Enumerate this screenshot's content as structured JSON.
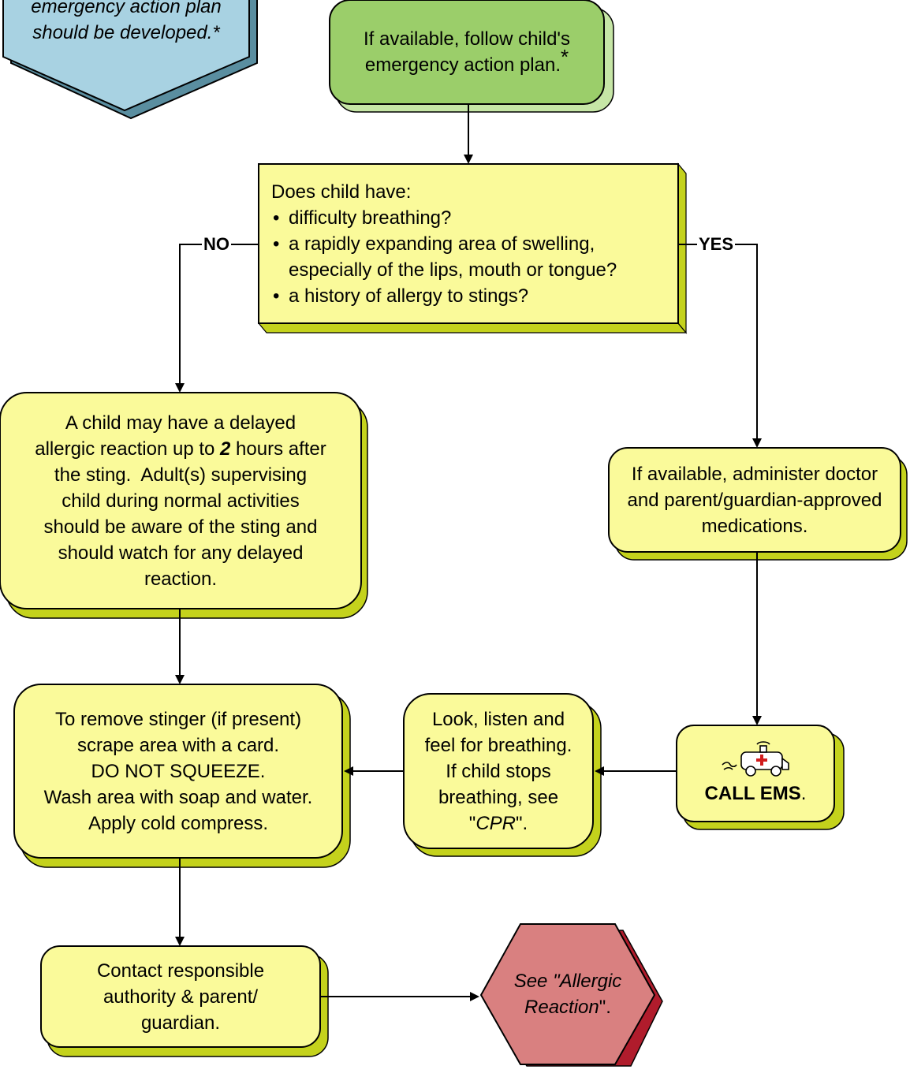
{
  "diagram": {
    "note_box": {
      "lines": [
        "emergency action plan",
        "should be developed.*"
      ]
    },
    "follow_plan": {
      "lines": [
        "If available, follow child's",
        "emergency action plan."
      ],
      "asterisk": "*"
    },
    "question": {
      "heading": "Does child have:",
      "bullets": [
        "difficulty breathing?",
        "a rapidly expanding area of swelling,",
        "a history of allergy to stings?"
      ],
      "bullet_continuation": "especially of the lips, mouth or tongue?"
    },
    "labels": {
      "no": "NO",
      "yes": "YES"
    },
    "delayed_reaction": {
      "line1": "A child may have a delayed",
      "line2_before": "allergic reaction up to ",
      "line2_emphasis": "2",
      "line2_after": " hours after",
      "line3": "the sting.  Adult(s) supervising",
      "line4": "child during normal activities",
      "line5": "should be aware of the sting and",
      "line6": "should watch for any delayed",
      "line7": "reaction."
    },
    "administer_meds": {
      "lines": [
        "If available, administer doctor",
        "and parent/guardian-approved",
        "medications."
      ]
    },
    "remove_stinger": {
      "lines": [
        "To remove stinger (if present)",
        "scrape area with a card.",
        "DO NOT SQUEEZE.",
        "Wash area with soap and water.",
        "Apply cold compress."
      ]
    },
    "check_breathing": {
      "lines": [
        "Look, listen and",
        "feel for breathing.",
        "If child stops",
        "breathing, see"
      ],
      "cpr_open": "\"",
      "cpr_link": "CPR",
      "cpr_close": "\"."
    },
    "call_ems": {
      "bold": "CALL EMS",
      "suffix": ".",
      "icon": "ambulance-icon"
    },
    "contact_authority": {
      "lines": [
        "Contact responsible",
        "authority & parent/",
        "guardian."
      ]
    },
    "see_allergic": {
      "line1": "See \"Allergic",
      "line2_italic": "Reaction",
      "line2_suffix": "\"."
    }
  },
  "colors": {
    "yellow_box": "#fafa9a",
    "yellow_side": "#c4d21c",
    "green_box": "#9bce6a",
    "green_side": "#c6e6a6",
    "blue_box": "#a8d2e2",
    "blue_side": "#5a8ea0",
    "red_box": "#d98080",
    "red_side": "#b01c2c",
    "stroke": "#000000"
  }
}
